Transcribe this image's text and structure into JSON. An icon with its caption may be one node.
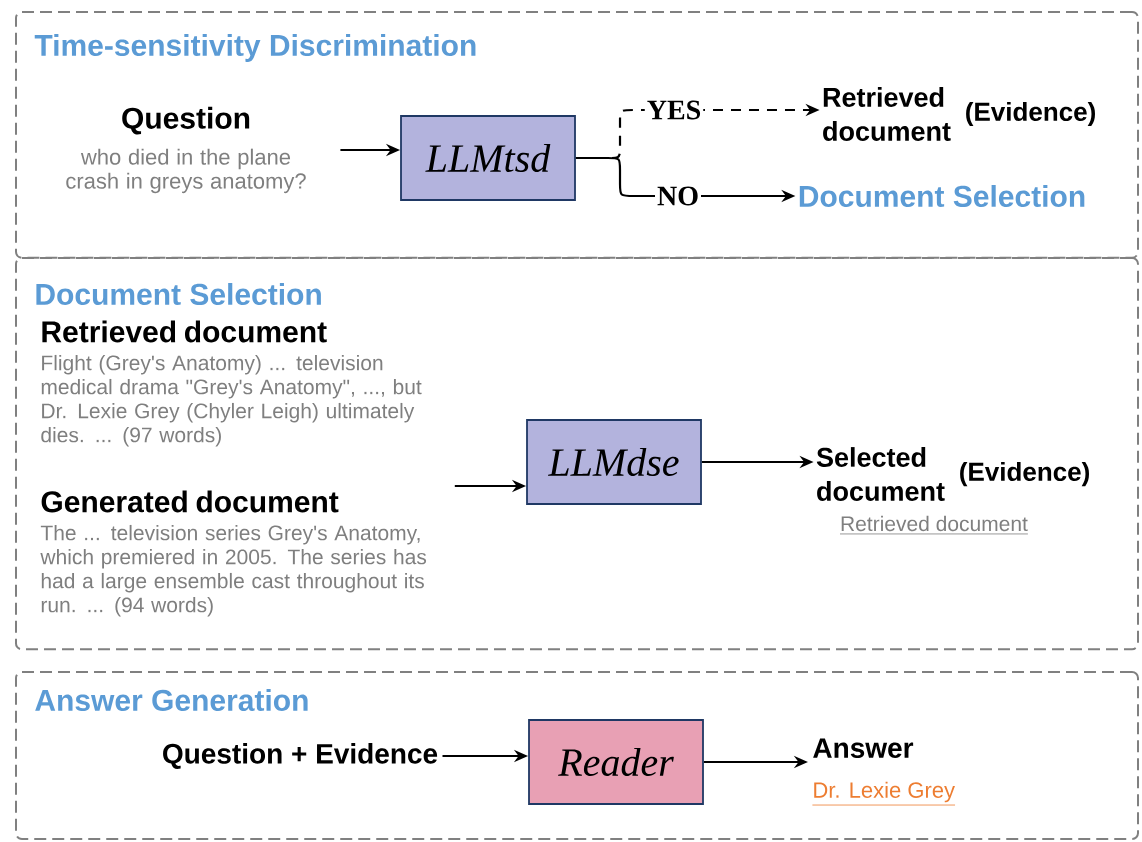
{
  "diagram": {
    "nodes": [
      {
        "text": [
          "Time-sensitivity Discrimination"
        ]
      },
      {
        "text": [
          "Question",
          "who died in the plane crash in greys anatomy?"
        ],
        "in": 0
      },
      {
        "text": [
          "LLMtsd"
        ],
        "in": 0
      },
      {
        "text": [
          "Retrieved document"
        ],
        "beside": [
          "(Evidence)"
        ],
        "in": 0
      },
      {
        "text": [
          "Document Selection"
        ],
        "in": 0
      },
      {
        "text": [
          "Document Selection"
        ]
      },
      {
        "text": [
          "Retrieved document",
          "Flight (Grey's Anatomy) ... television medical drama \"Grey's Anatomy\", ..., but Dr. Lexie Grey (Chyler Leigh) ultimately dies. ... (97 words)"
        ],
        "in": 5
      },
      {
        "text": [
          "Generated document",
          "The ... television series Grey's Anatomy, which premiered in 2005. The series has had a large ensemble cast throughout its run. ... (94 words)"
        ],
        "in": 5
      },
      {
        "text": [
          "LLMdse"
        ],
        "in": 5
      },
      {
        "text": [
          "Selected document"
        ],
        "beside": [
          "(Evidence)",
          "Retrieved document"
        ],
        "in": 5
      },
      {
        "text": [
          "Answer Generation"
        ]
      },
      {
        "text": [
          "Question +  Evidence"
        ],
        "in": 10
      },
      {
        "text": [
          "Reader"
        ],
        "in": 10
      },
      {
        "text": [
          "Answer",
          "Dr. Lexie Grey"
        ],
        "in": 10
      }
    ],
    "edges": [
      {
        "from": 1,
        "to": 2,
        "arrow": "to"
      },
      {
        "from": 2,
        "to": 3,
        "arrow": "to",
        "label": "YES",
        "style": "dashed"
      },
      {
        "from": 2,
        "to": 4,
        "arrow": "to",
        "label": "NO"
      },
      {
        "from": 7,
        "to": 8,
        "arrow": "to"
      },
      {
        "from": 8,
        "to": 9,
        "arrow": "to"
      },
      {
        "from": 11,
        "to": 12,
        "arrow": "to"
      },
      {
        "from": 12,
        "to": 13,
        "arrow": "to"
      }
    ]
  }
}
